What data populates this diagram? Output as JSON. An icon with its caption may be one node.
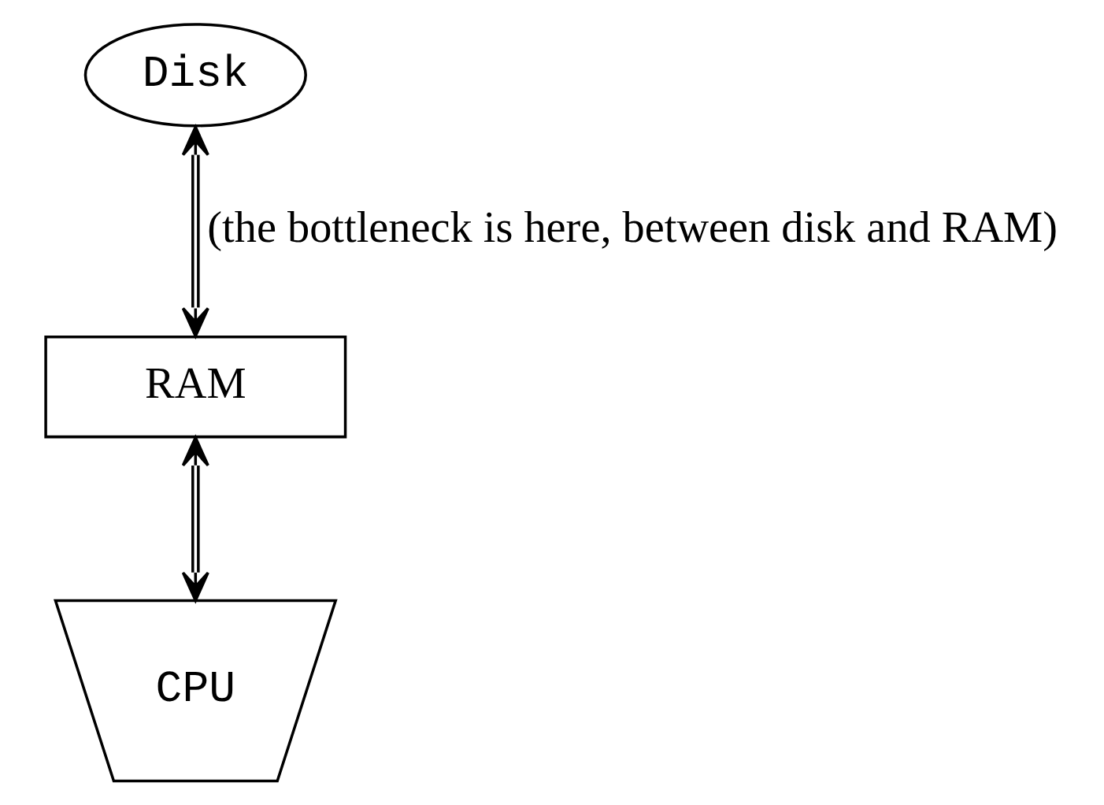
{
  "diagram": {
    "nodes": [
      {
        "text": [
          "Disk"
        ]
      },
      {
        "text": [
          "RAM"
        ]
      },
      {
        "text": [
          "CPU"
        ]
      }
    ],
    "edges": [
      {
        "from": 0,
        "to": 1,
        "arrow": "both",
        "label": "(the bottleneck is here, between disk and RAM)"
      },
      {
        "from": 1,
        "to": 2,
        "arrow": "both"
      }
    ]
  }
}
